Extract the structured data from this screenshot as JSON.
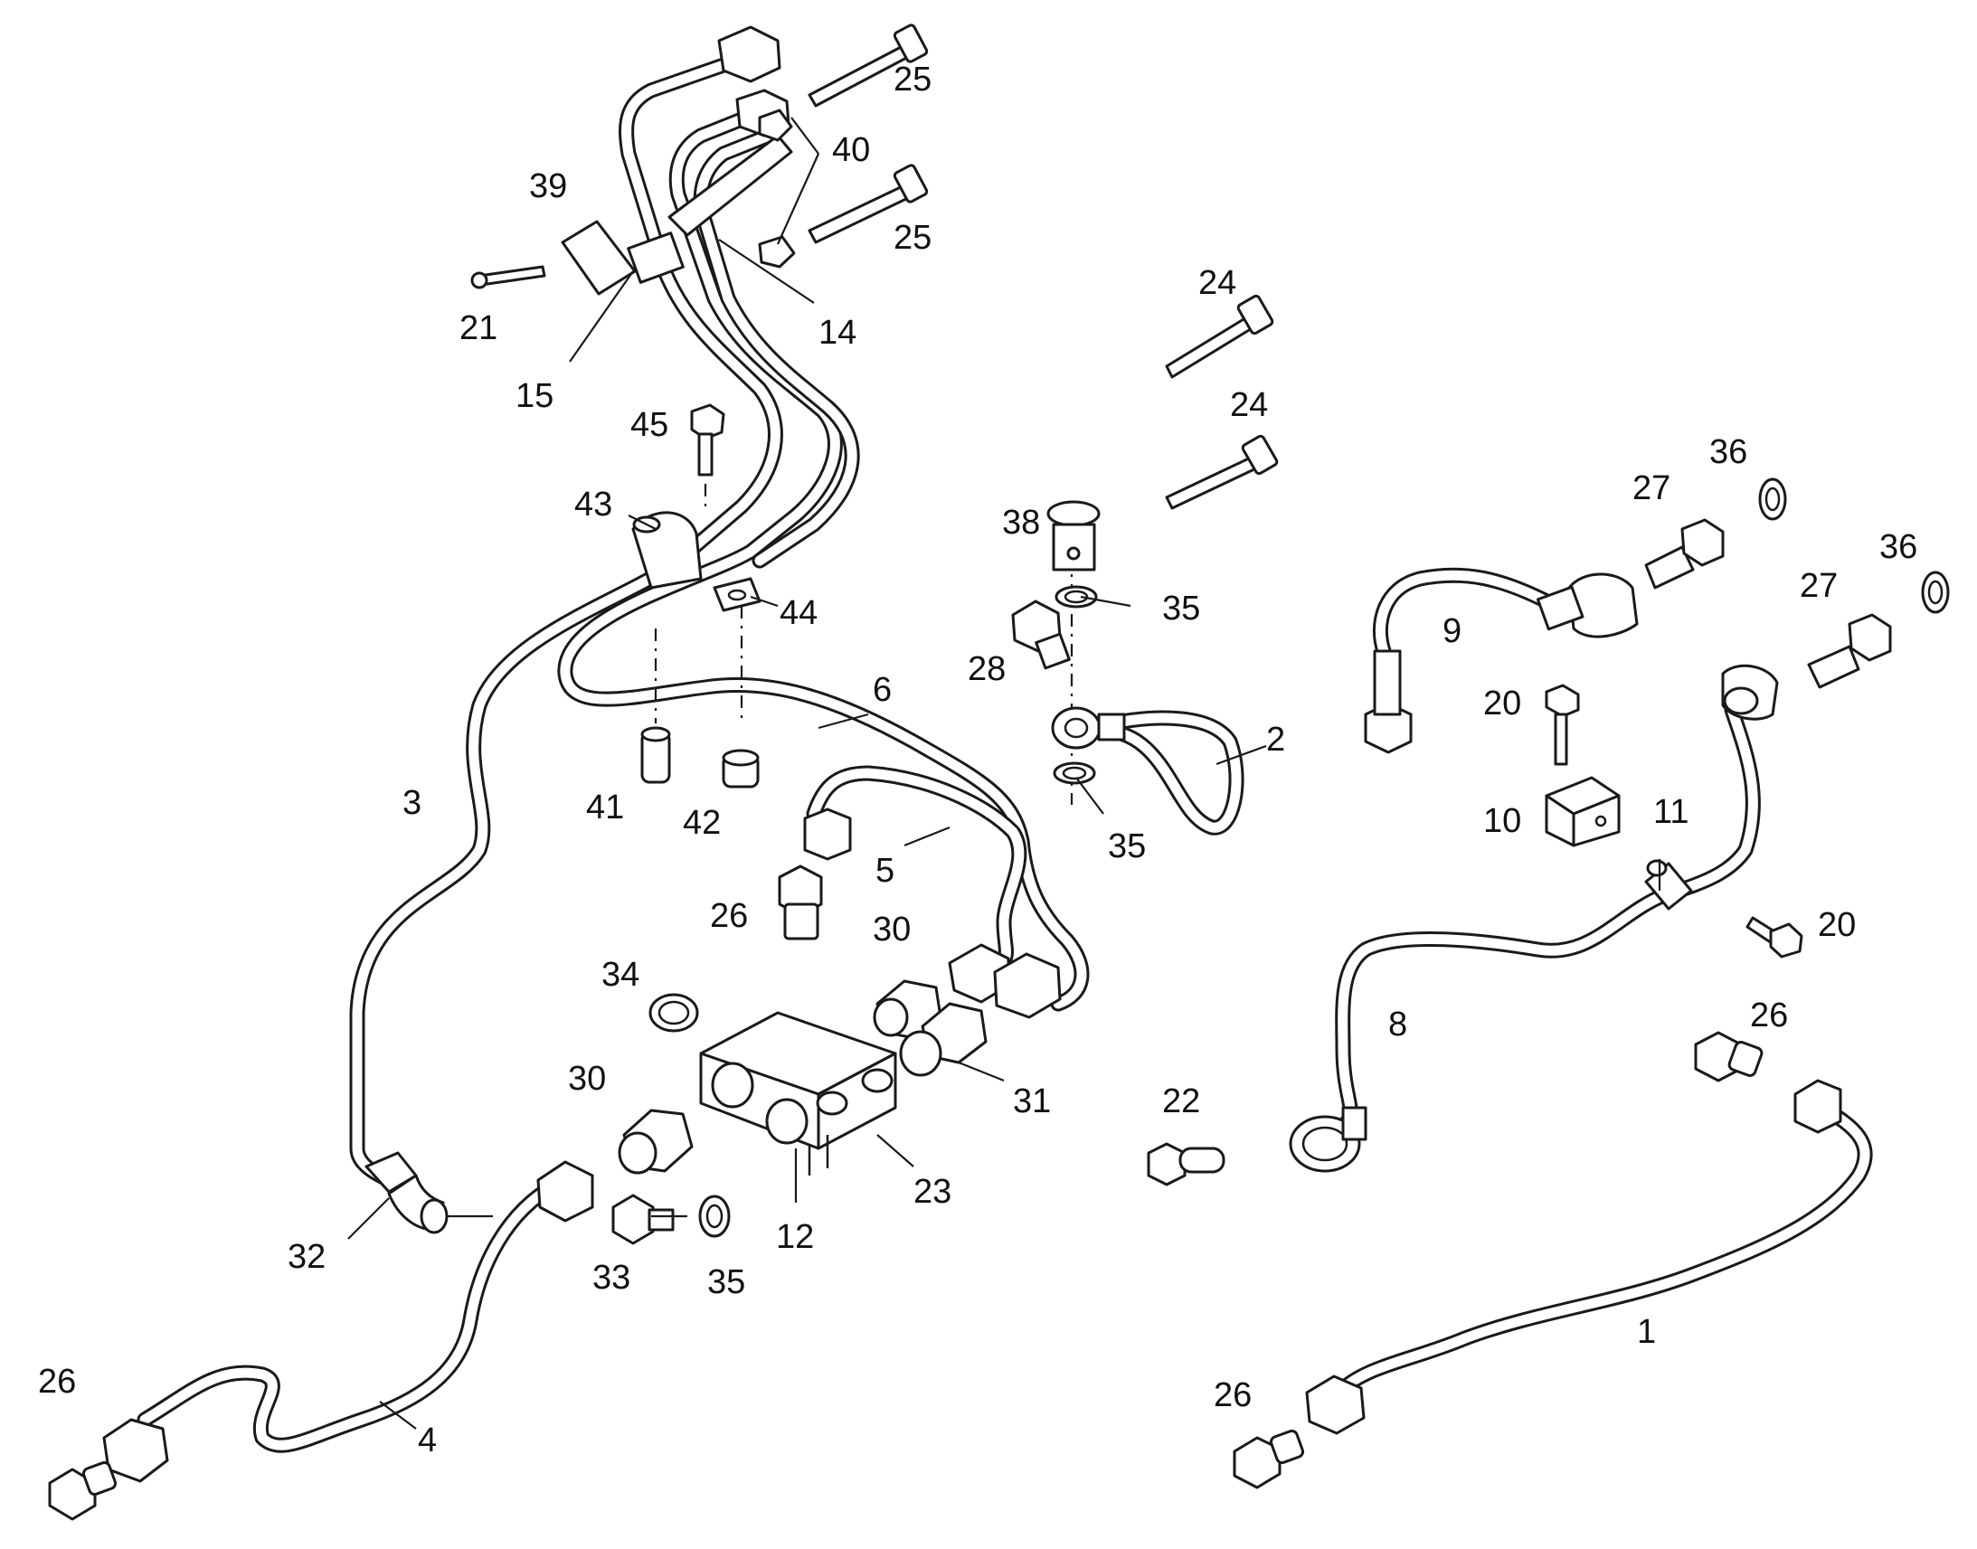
{
  "diagram": {
    "callouts": [
      {
        "id": "c1",
        "text": "1"
      },
      {
        "id": "c2",
        "text": "2"
      },
      {
        "id": "c3",
        "text": "3"
      },
      {
        "id": "c4",
        "text": "4"
      },
      {
        "id": "c5",
        "text": "5"
      },
      {
        "id": "c6",
        "text": "6"
      },
      {
        "id": "c8",
        "text": "8"
      },
      {
        "id": "c9",
        "text": "9"
      },
      {
        "id": "c10",
        "text": "10"
      },
      {
        "id": "c11",
        "text": "11"
      },
      {
        "id": "c12",
        "text": "12"
      },
      {
        "id": "c14",
        "text": "14"
      },
      {
        "id": "c15",
        "text": "15"
      },
      {
        "id": "c20a",
        "text": "20"
      },
      {
        "id": "c20b",
        "text": "20"
      },
      {
        "id": "c21",
        "text": "21"
      },
      {
        "id": "c22",
        "text": "22"
      },
      {
        "id": "c23",
        "text": "23"
      },
      {
        "id": "c24a",
        "text": "24"
      },
      {
        "id": "c24b",
        "text": "24"
      },
      {
        "id": "c25a",
        "text": "25"
      },
      {
        "id": "c25b",
        "text": "25"
      },
      {
        "id": "c26a",
        "text": "26"
      },
      {
        "id": "c26b",
        "text": "26"
      },
      {
        "id": "c26c",
        "text": "26"
      },
      {
        "id": "c26d",
        "text": "26"
      },
      {
        "id": "c27a",
        "text": "27"
      },
      {
        "id": "c27b",
        "text": "27"
      },
      {
        "id": "c28",
        "text": "28"
      },
      {
        "id": "c30a",
        "text": "30"
      },
      {
        "id": "c30b",
        "text": "30"
      },
      {
        "id": "c31",
        "text": "31"
      },
      {
        "id": "c32",
        "text": "32"
      },
      {
        "id": "c33",
        "text": "33"
      },
      {
        "id": "c34",
        "text": "34"
      },
      {
        "id": "c35a",
        "text": "35"
      },
      {
        "id": "c35b",
        "text": "35"
      },
      {
        "id": "c35c",
        "text": "35"
      },
      {
        "id": "c36a",
        "text": "36"
      },
      {
        "id": "c36b",
        "text": "36"
      },
      {
        "id": "c38",
        "text": "38"
      },
      {
        "id": "c39",
        "text": "39"
      },
      {
        "id": "c40",
        "text": "40"
      },
      {
        "id": "c41",
        "text": "41"
      },
      {
        "id": "c42",
        "text": "42"
      },
      {
        "id": "c43",
        "text": "43"
      },
      {
        "id": "c44",
        "text": "44"
      },
      {
        "id": "c45",
        "text": "45"
      }
    ]
  }
}
